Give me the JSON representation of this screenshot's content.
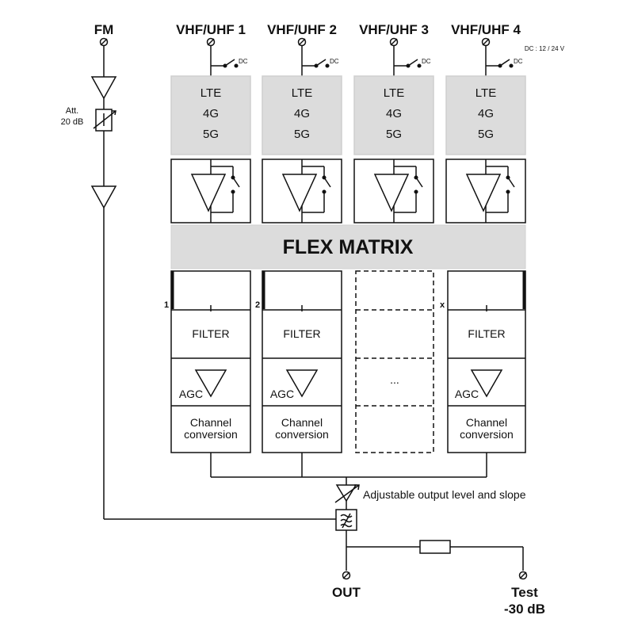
{
  "inputs": {
    "fm": "FM",
    "vhf_uhf": [
      "VHF/UHF 1",
      "VHF/UHF 2",
      "VHF/UHF 3",
      "VHF/UHF 4"
    ],
    "dc_supply": "DC : 12 / 24 V",
    "dc_switch_label": "DC"
  },
  "fm_path": {
    "attenuator_line1": "Att.",
    "attenuator_line2": "20 dB"
  },
  "band_filters": {
    "lte": "LTE",
    "g4": "4G",
    "g5": "5G"
  },
  "matrix": {
    "title": "FLEX MATRIX"
  },
  "channels": {
    "port_labels": [
      "1",
      "2",
      "x"
    ],
    "filter": "FILTER",
    "agc": "AGC",
    "conversion_line1": "Channel",
    "conversion_line2": "conversion",
    "ellipsis": "..."
  },
  "output": {
    "adjust_label": "Adjustable output level and slope",
    "out": "OUT",
    "test_line1": "Test",
    "test_line2": "-30 dB"
  },
  "colors": {
    "stroke": "#111111",
    "block_fill": "#dcdcdc",
    "background": "#ffffff"
  }
}
